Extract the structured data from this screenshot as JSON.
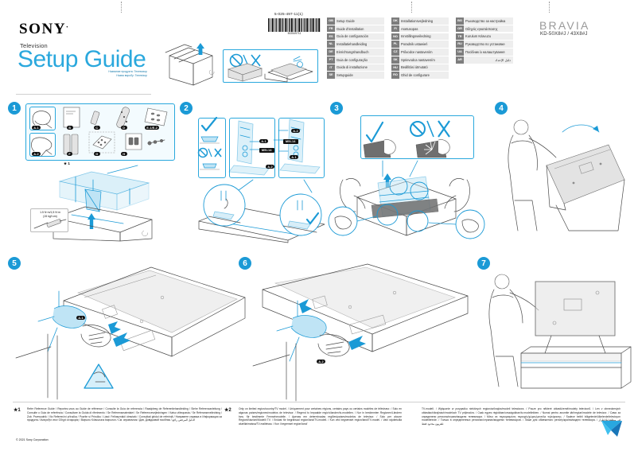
{
  "document": {
    "brand": "SONY",
    "brand_reg": ".",
    "category": "Television",
    "title": "Setup Guide",
    "subtitle_line1": "Название продукта: Телевизор",
    "subtitle_line2": "Назва виробу: Телевізор",
    "doc_number": "5-025-497-11(1)",
    "barcode_number": "502549711",
    "series": "BRAVIA",
    "model": "KD-50X8#J / 43X8#J",
    "copyright": "© 2021 Sony Corporation"
  },
  "languages": {
    "column1": [
      {
        "code": "GB",
        "name": "Setup Guide"
      },
      {
        "code": "FR",
        "name": "Guide d'installation"
      },
      {
        "code": "ES",
        "name": "Guía de configuración"
      },
      {
        "code": "NL",
        "name": "Installatiehandleiding"
      },
      {
        "code": "DE",
        "name": "Einrichtungshandbuch"
      },
      {
        "code": "PT",
        "name": "Guia de configuração"
      },
      {
        "code": "IT",
        "name": "Guida di installazione"
      },
      {
        "code": "SE",
        "name": "Setupguide"
      }
    ],
    "column2": [
      {
        "code": "DK",
        "name": "Installationsvejledning"
      },
      {
        "code": "FI",
        "name": "Asetusopas"
      },
      {
        "code": "NO",
        "name": "Innstillingsveiledning"
      },
      {
        "code": "PL",
        "name": "Poradnik ustawień"
      },
      {
        "code": "CZ",
        "name": "Průvodce nastavením"
      },
      {
        "code": "SK",
        "name": "Sprievodca nastavením"
      },
      {
        "code": "HU",
        "name": "Beállítási útmutató"
      },
      {
        "code": "RO",
        "name": "Ghid de configurare"
      }
    ],
    "column3": [
      {
        "code": "BG",
        "name": "Ръководство за настройка"
      },
      {
        "code": "GR",
        "name": "Οδηγός εγκατάστασης"
      },
      {
        "code": "TR",
        "name": "Kurulum Kılavuzu"
      },
      {
        "code": "RU",
        "name": "Руководство по установке"
      },
      {
        "code": "UA",
        "name": "Посібник із налаштування"
      },
      {
        "code": "AR",
        "name": "دليل الإعداد"
      }
    ]
  },
  "steps": {
    "s1": "1",
    "s2": "2",
    "s3": "3",
    "s4": "4",
    "s5": "5",
    "s6": "6",
    "s7": "7"
  },
  "step1": {
    "parts": [
      {
        "id": "A-1",
        "label": "A-1"
      },
      {
        "id": "B",
        "label": "B"
      },
      {
        "id": "C",
        "label": "C"
      },
      {
        "id": "D",
        "label": "D"
      },
      {
        "id": "E1E2",
        "label": "E-1/E-2"
      },
      {
        "id": "A-2",
        "label": "A-2"
      },
      {
        "id": "F",
        "label": "F"
      },
      {
        "id": "G",
        "label": "G"
      },
      {
        "id": "H",
        "label": "H"
      }
    ],
    "footnote_marker": "★ 1",
    "torque_line1": "1.5 N·m/1,5 N·m",
    "torque_line2": "(15 kgf·cm)"
  },
  "step2": {
    "screw_label": "M5L14",
    "part_left_top": "A-1",
    "part_left_bottom": "A-2",
    "part_right_top": "A-2",
    "part_right_bottom": "A-1"
  },
  "step5": {
    "part_label": "A-1"
  },
  "step6": {
    "part_label": "A-2"
  },
  "footnotes": {
    "star1_marker": "★1",
    "star1_text": "Refer Reference Guide / Reportez-vous au Guide de référence / Consulte la Guía de referencia / Raadpleeg de Referentiehandleiding / Siehe Referenzanleitung / Consulte o Guia de referência / Consultare la Guida di riferimento / Se Referensmaterialet / Se Referencevejledningen / Katso viiteopasta / Se Referanseveiledning / Zob. Przewodnik / Viz Referenční příručka / Pozrite si Príručku / Lásd: Felhasználói útmutató / Consultați ghidul de referință / Направете справка в Информация за продукта / Ανατρέξτε στον Οδηγό αναφοράς / Başvuru Kılavuzuna başvurun / См. справочник / Див. Довідковий посібник / الدليل المرجعي راجع",
    "star2_marker": "★2",
    "star2_text": "Only on limited region/country/TV model. / Uniquement pour certaines régions, certains pays ou certains modèles de téléviseur. / Solo en algunas países/regiones/modelos de televisor. / Regend to bepaalde regio's/landen/tv-modellen. / Nur in bestimmten Regionen/Ländern bzw. für bestimmte Fernsehmodelle. / Apenas em determinadas regiões/países/modelos de televisor. / Solo per alcune Regioni/Nazioni/Modelli TV. / Endast för begränsad region/land/TV-modell. / Kun ved begrænset region/land/TV-model. / Vain rajoitetuilla alueilla/maissa/TV-malleissa. / Kun i begrenset region/land/",
    "star2_text_cont": "TV-modell. / Wyłącznie w przypadku niektórych regionów/krajów/modeli telewizora. / Pouze pro některé oblasti/země/modely televizorů. / Len v obmedzených oblastiach/krajinách/modeloch TV prijímačov. / Csak egyes régiókban/országokban/tv-modellekben. / Numai pentru anumite țări/regiuni/modele de televizor. / Само за определени региони/страни/модели телевизори. / Μόνο σε περιορισμένες περιοχές/χώρες/μοντέλα τηλεόρασης. / Sadece belirli bölgelerde/ülkelerde/televizyon modellerinde. / Только в определенных регионах/странах/моделях телевизоров. / Лише для обмеженого регіону/країни/моделі телевізора. / في منطقة/بلد/طراز تلفزيون محدود فقط"
  },
  "colors": {
    "accent": "#1b9ad6",
    "title": "#2aa8dd",
    "bravia_grey": "#9a9a9a",
    "badge_dark": "#111111",
    "lang_code_bg": "#7d7d7d",
    "lang_row_bg": "#eeeeee"
  }
}
